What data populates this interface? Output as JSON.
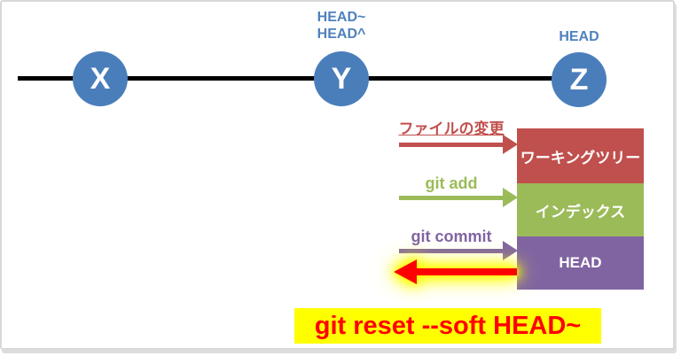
{
  "diagram_title": "git reset --soft HEAD~ diagram",
  "colors": {
    "node_blue": "#4a7ebb",
    "graph_label_blue": "#4f81bd",
    "worktree_red": "#c0504d",
    "index_green": "#9bbb59",
    "head_purple": "#8064a2",
    "reset_arrow_red": "#ff0000",
    "reset_arrow_glow": "#ffff00",
    "caption_bg": "#ffff00",
    "caption_text": "#ff0000",
    "commit_line": "#000000"
  },
  "graph": {
    "nodes": [
      {
        "label": "X"
      },
      {
        "label": "Y"
      },
      {
        "label": "Z"
      }
    ],
    "y_annotation_line1": "HEAD~",
    "y_annotation_line2": "HEAD^",
    "z_annotation": "HEAD"
  },
  "stack": {
    "rows": [
      {
        "label": "ワーキングツリー",
        "color": "#c0504d"
      },
      {
        "label": "インデックス",
        "color": "#9bbb59"
      },
      {
        "label": "HEAD",
        "color": "#8064a2"
      }
    ]
  },
  "flow_arrows": [
    {
      "label": "ファイルの変更",
      "color": "#c0504d",
      "target": "ワーキングツリー"
    },
    {
      "label": "git add",
      "color": "#9bbb59",
      "target": "インデックス"
    },
    {
      "label": "git commit",
      "color": "#8064a2",
      "target": "HEAD"
    }
  ],
  "reset_arrow": {
    "direction": "left",
    "color": "#ff0000",
    "glow": "#ffff00"
  },
  "caption": {
    "text": "git reset --soft HEAD~"
  }
}
